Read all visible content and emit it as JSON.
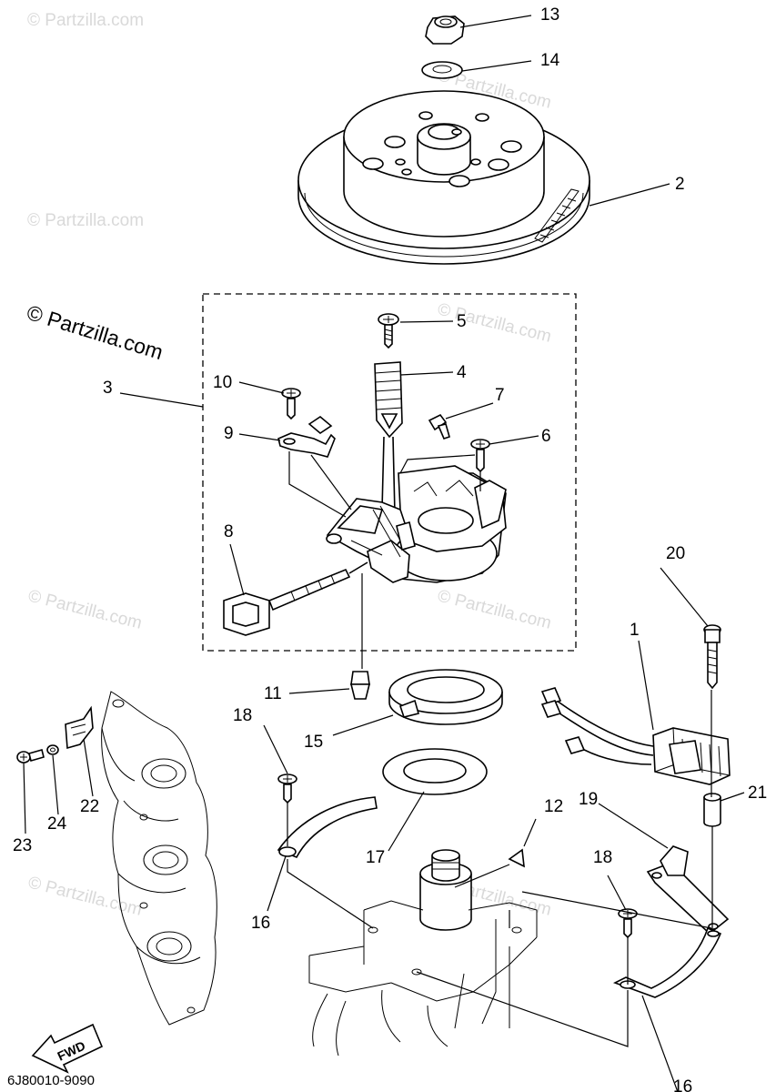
{
  "diagram_code": "6J80010-9090",
  "copyright": "© Partzilla.com",
  "watermark": "© Partzilla.com",
  "fwd_label": "FWD",
  "callouts": {
    "c1": "1",
    "c2": "2",
    "c3": "3",
    "c4": "4",
    "c5": "5",
    "c6": "6",
    "c7": "7",
    "c8": "8",
    "c9": "9",
    "c10": "10",
    "c11": "11",
    "c12": "12",
    "c13": "13",
    "c14": "14",
    "c15": "15",
    "c16a": "16",
    "c16b": "16",
    "c17": "17",
    "c18a": "18",
    "c18b": "18",
    "c19": "19",
    "c20": "20",
    "c21": "21",
    "c22": "22",
    "c23": "23",
    "c24": "24"
  }
}
